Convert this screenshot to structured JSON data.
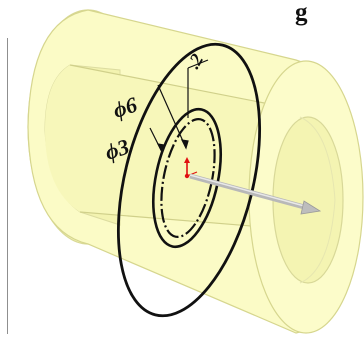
{
  "header": {
    "title_fragment": "g"
  },
  "dimensions": {
    "outer_diameter": "ϕ6",
    "inner_diameter": "ϕ3",
    "width": ".2"
  },
  "colors": {
    "body_fill": "#fbfbc4",
    "body_edge": "#d6d68e",
    "sketch_line": "#111111",
    "axis_arrow": "#c8c8c8",
    "origin_marker": "#e01010"
  },
  "icons": {
    "origin": "origin-triad-icon",
    "normal_arrow": "normal-arrow-icon"
  }
}
